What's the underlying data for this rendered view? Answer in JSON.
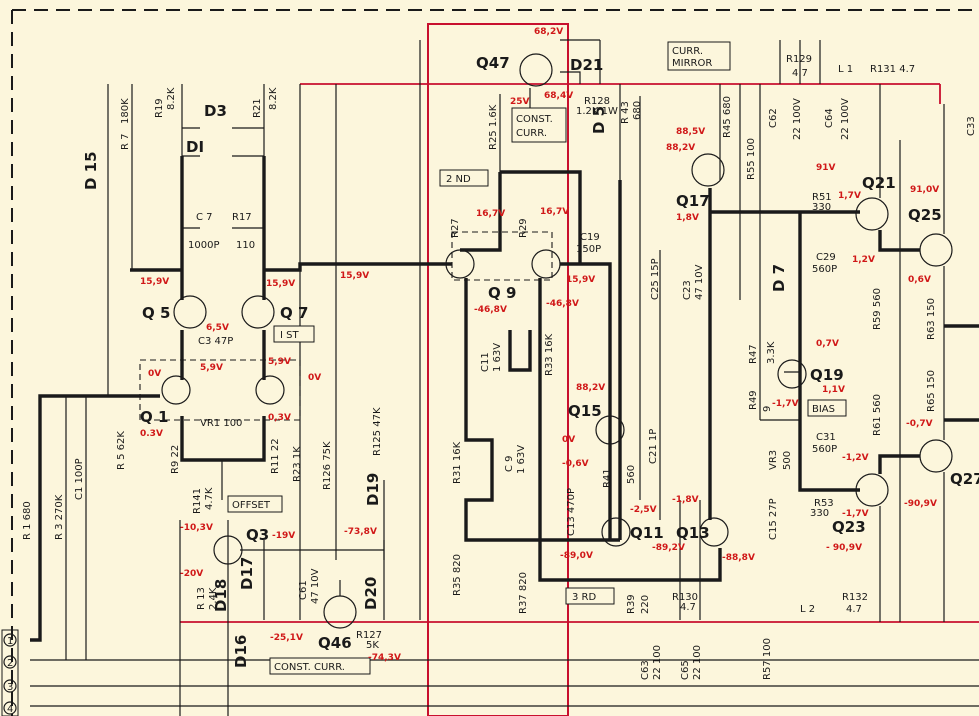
{
  "transistors": [
    {
      "id": "q1",
      "label": "Q 1"
    },
    {
      "id": "q3",
      "label": "Q3"
    },
    {
      "id": "q5",
      "label": "Q 5"
    },
    {
      "id": "q7",
      "label": "Q 7"
    },
    {
      "id": "q9",
      "label": "Q 9"
    },
    {
      "id": "q11",
      "label": "Q11"
    },
    {
      "id": "q13",
      "label": "Q13"
    },
    {
      "id": "q15",
      "label": "Q15"
    },
    {
      "id": "q17",
      "label": "Q17"
    },
    {
      "id": "q19",
      "label": "Q19"
    },
    {
      "id": "q21",
      "label": "Q21"
    },
    {
      "id": "q23",
      "label": "Q23"
    },
    {
      "id": "q25",
      "label": "Q25"
    },
    {
      "id": "q27",
      "label": "Q27"
    },
    {
      "id": "q46",
      "label": "Q46"
    },
    {
      "id": "q47",
      "label": "Q47"
    }
  ],
  "diodes": [
    "D 15",
    "D3",
    "DI",
    "D21",
    "D 5",
    "D 7",
    "D18",
    "D17",
    "D16",
    "D19",
    "D20"
  ],
  "boxes": {
    "curr_mirror": [
      "CURR.",
      "MIRROR"
    ],
    "nd2": "2 ND",
    "st1": "I ST",
    "offset": "OFFSET",
    "bias": "BIAS",
    "rd3": "3 RD",
    "const_curr_top": [
      "CONST.",
      "CURR."
    ],
    "const_curr_bottom": "CONST. CURR."
  },
  "components": {
    "r7": "R 7",
    "r7v": "180K",
    "r19": "R19",
    "r19v": "8.2K",
    "r21": "R21",
    "r21v": "8.2K",
    "c7": "C 7",
    "c7v": "1000P",
    "r17": "R17",
    "r17v": "110",
    "c3": "C3  47P",
    "vr1": "VR1 100",
    "r5": "R 5  62K",
    "r9": "R9 22",
    "r11": "R11 22",
    "r23": "R23  1K",
    "r141": "R141",
    "r141v": "4.7K",
    "r1": "R 1  680",
    "r3": "R 3  270K",
    "c1": "C1  100P",
    "r126": "R126  75K",
    "r125": "R125  47K",
    "r13": "R 13",
    "r13v": "2.4K",
    "c61": "C61",
    "c61v": "47 10V",
    "r127": "R127",
    "r127v": "5K",
    "r25": "R25 1.6K",
    "r128": "R128",
    "r128v": "1.2K 1W",
    "r43": "R 43",
    "r43v": "680",
    "r45": "R45 680",
    "r27": "R27",
    "r29": "R29",
    "c19": "C19",
    "c19v": "150P",
    "c11": "C11",
    "c11v": "1  63V",
    "r33": "R33 16K",
    "r31": "R31 16K",
    "c9": "C 9",
    "c9v": "1  63V",
    "r35": "R35 820",
    "r37": "R37 820",
    "c13": "C13 470P",
    "r41": "R41",
    "r41v": "560",
    "c21": "C21 1P",
    "c25": "C25 15P",
    "c23": "C23",
    "c23v": "47 10V",
    "r55": "R55 100",
    "c62": "C62",
    "c62v": "22 100V",
    "c64": "C64",
    "c64v": "22 100V",
    "r129": "R129",
    "r129v": "4.7",
    "l1": "L 1",
    "r131": "R131  4.7",
    "r51": "R51",
    "r51v": "330",
    "c29": "C29",
    "c29v": "560P",
    "r47": "R47",
    "r47v": "3.3K",
    "r49": "R49",
    "r49v": "9",
    "c31": "C31",
    "c31v": "560P",
    "vr3": "VR3",
    "vr3v": "500",
    "c15": "C15 27P",
    "r53": "R53",
    "r53v": "330",
    "r59": "R59 560",
    "r63": "R63 150",
    "r61": "R61 560",
    "r65": "R65 150",
    "c33": "C33",
    "r39": "R39",
    "r39v": "220",
    "r130": "R130",
    "r130v": "4.7",
    "c63": "C63",
    "c63v": "22 100",
    "c65": "C65",
    "c65v": "22 100",
    "l2": "L 2",
    "r132": "R132",
    "r132v": "4.7",
    "r57": "R57 100"
  },
  "voltages": {
    "v68_2": "68,2V",
    "v25": "25V",
    "v68_4": "68,4V",
    "v16_7a": "16,7V",
    "v16_7b": "16,7V",
    "v15_9a": "15,9V",
    "v15_9b": "15,9V",
    "v15_9c": "15,9V",
    "v15_9d": "15,9V",
    "v6_5": "6,5V",
    "v5_9a": "5,9V",
    "v5_9b": "5,9V",
    "v0a": "0V",
    "v0b": "0V",
    "v0_3a": "0.3V",
    "v0_3b": "0,3V",
    "v46_8a": "-46,8V",
    "v46_8b": "-46,8V",
    "v88_5": "88,5V",
    "v88_2a": "88,2V",
    "v88_2b": "88,2V",
    "v1_8a": "1,8V",
    "v91": "91V",
    "v1_7a": "1,7V",
    "v91_0": "91,0V",
    "v1_2": "1,2V",
    "v0_6": "0,6V",
    "v0_7a": "0,7V",
    "v1_1": "1,1V",
    "v1_7b": "-1,7V",
    "v0_7b": "-0,7V",
    "v1_2b": "-1,2V",
    "v1_7c": "-1,7V",
    "v90_9a": "-90,9V",
    "v90_9b": "- 90,9V",
    "v0c": "0V",
    "v0_6b": "-0,6V",
    "v2_5": "-2,5V",
    "v1_8b": "-1,8V",
    "v89_0": "-89,0V",
    "v89_2": "-89,2V",
    "v88_8": "-88,8V",
    "v10_3": "-10,3V",
    "v19": "-19V",
    "v20": "-20V",
    "v73_8": "-73,8V",
    "v25_1": "-25,1V",
    "v74_3": "-74,3V"
  },
  "terminals": [
    "1",
    "2",
    "3",
    "4"
  ]
}
